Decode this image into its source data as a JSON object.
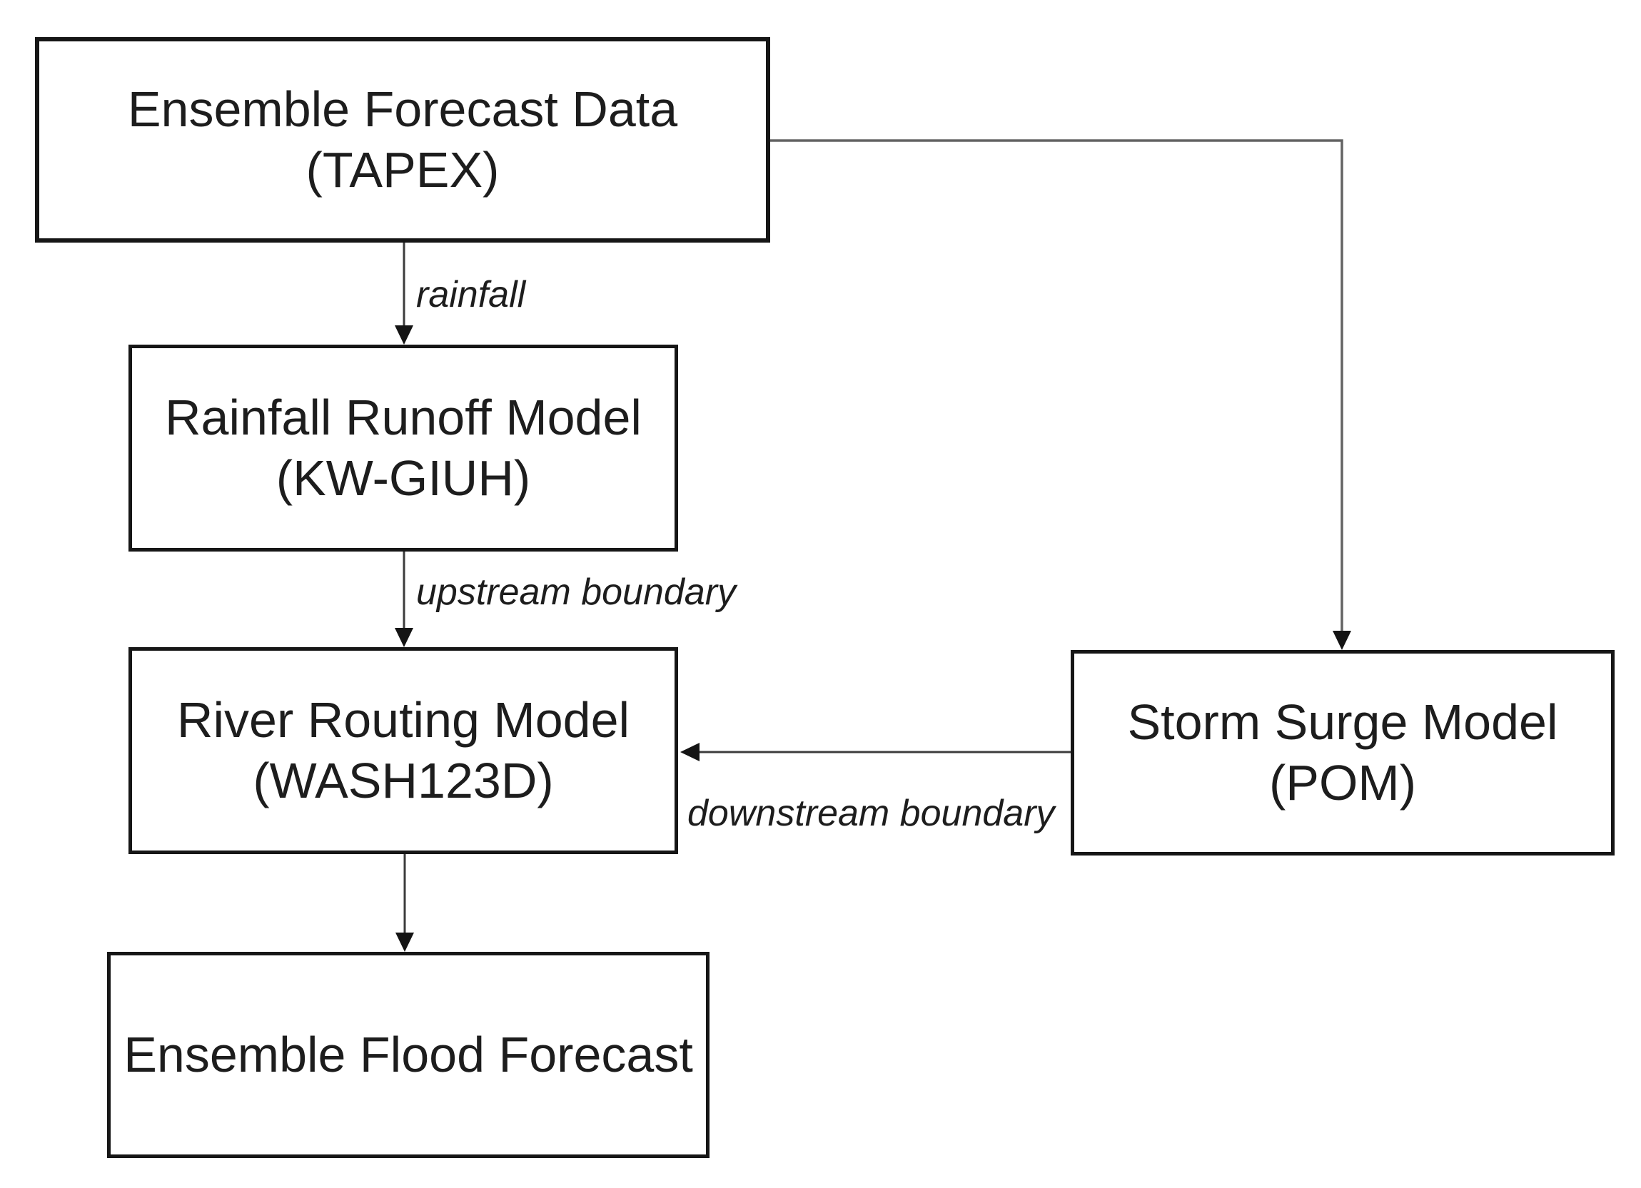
{
  "diagram": {
    "description": "Ensemble flood forecasting system flowchart",
    "colors": {
      "background": "#ffffff",
      "box_border": "#161616",
      "text": "#1d1d1d",
      "connector": "#3c3c3c",
      "elbow_connector": "#636363",
      "arrowhead": "#141414"
    },
    "nodes": [
      {
        "id": "ensemble-forecast-data",
        "line1": "Ensemble Forecast Data",
        "line2": "(TAPEX)"
      },
      {
        "id": "rainfall-runoff-model",
        "line1": "Rainfall Runoff Model",
        "line2": "(KW-GIUH)"
      },
      {
        "id": "river-routing-model",
        "line1": "River Routing Model",
        "line2": "(WASH123D)"
      },
      {
        "id": "storm-surge-model",
        "line1": "Storm Surge Model",
        "line2": "(POM)"
      },
      {
        "id": "ensemble-flood-forecast",
        "line1": "Ensemble Flood Forecast",
        "line2": ""
      }
    ],
    "edges": [
      {
        "from": "ensemble-forecast-data",
        "to": "rainfall-runoff-model",
        "label": "rainfall"
      },
      {
        "from": "rainfall-runoff-model",
        "to": "river-routing-model",
        "label": "upstream boundary"
      },
      {
        "from": "ensemble-forecast-data",
        "to": "storm-surge-model",
        "label": ""
      },
      {
        "from": "storm-surge-model",
        "to": "river-routing-model",
        "label": "downstream boundary"
      },
      {
        "from": "river-routing-model",
        "to": "ensemble-flood-forecast",
        "label": ""
      }
    ]
  }
}
